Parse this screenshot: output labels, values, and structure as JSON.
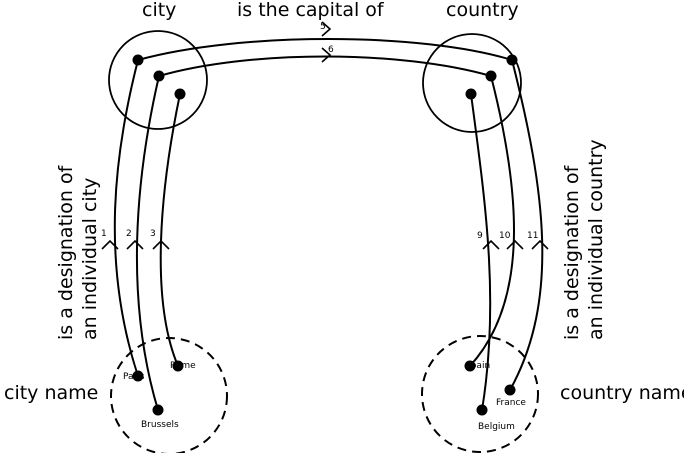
{
  "titles": {
    "city": "city",
    "capital": "is the capital of",
    "country": "country"
  },
  "side_labels": {
    "left_line1": "is a designation of",
    "left_line2": "an individual city",
    "right_line1": "is a designation of",
    "right_line2": "an individual country"
  },
  "name_labels": {
    "city_name": "city name",
    "country_name": "country name"
  },
  "instances": {
    "paris": "Paris",
    "rome": "Rome",
    "brussels": "Brussels",
    "spain": "Spain",
    "france": "France",
    "belgium": "Belgium"
  },
  "arrow_numbers": {
    "n1": "1",
    "n2": "2",
    "n3": "3",
    "n5": "5",
    "n6": "6",
    "n9": "9",
    "n10": "10",
    "n11": "11"
  }
}
